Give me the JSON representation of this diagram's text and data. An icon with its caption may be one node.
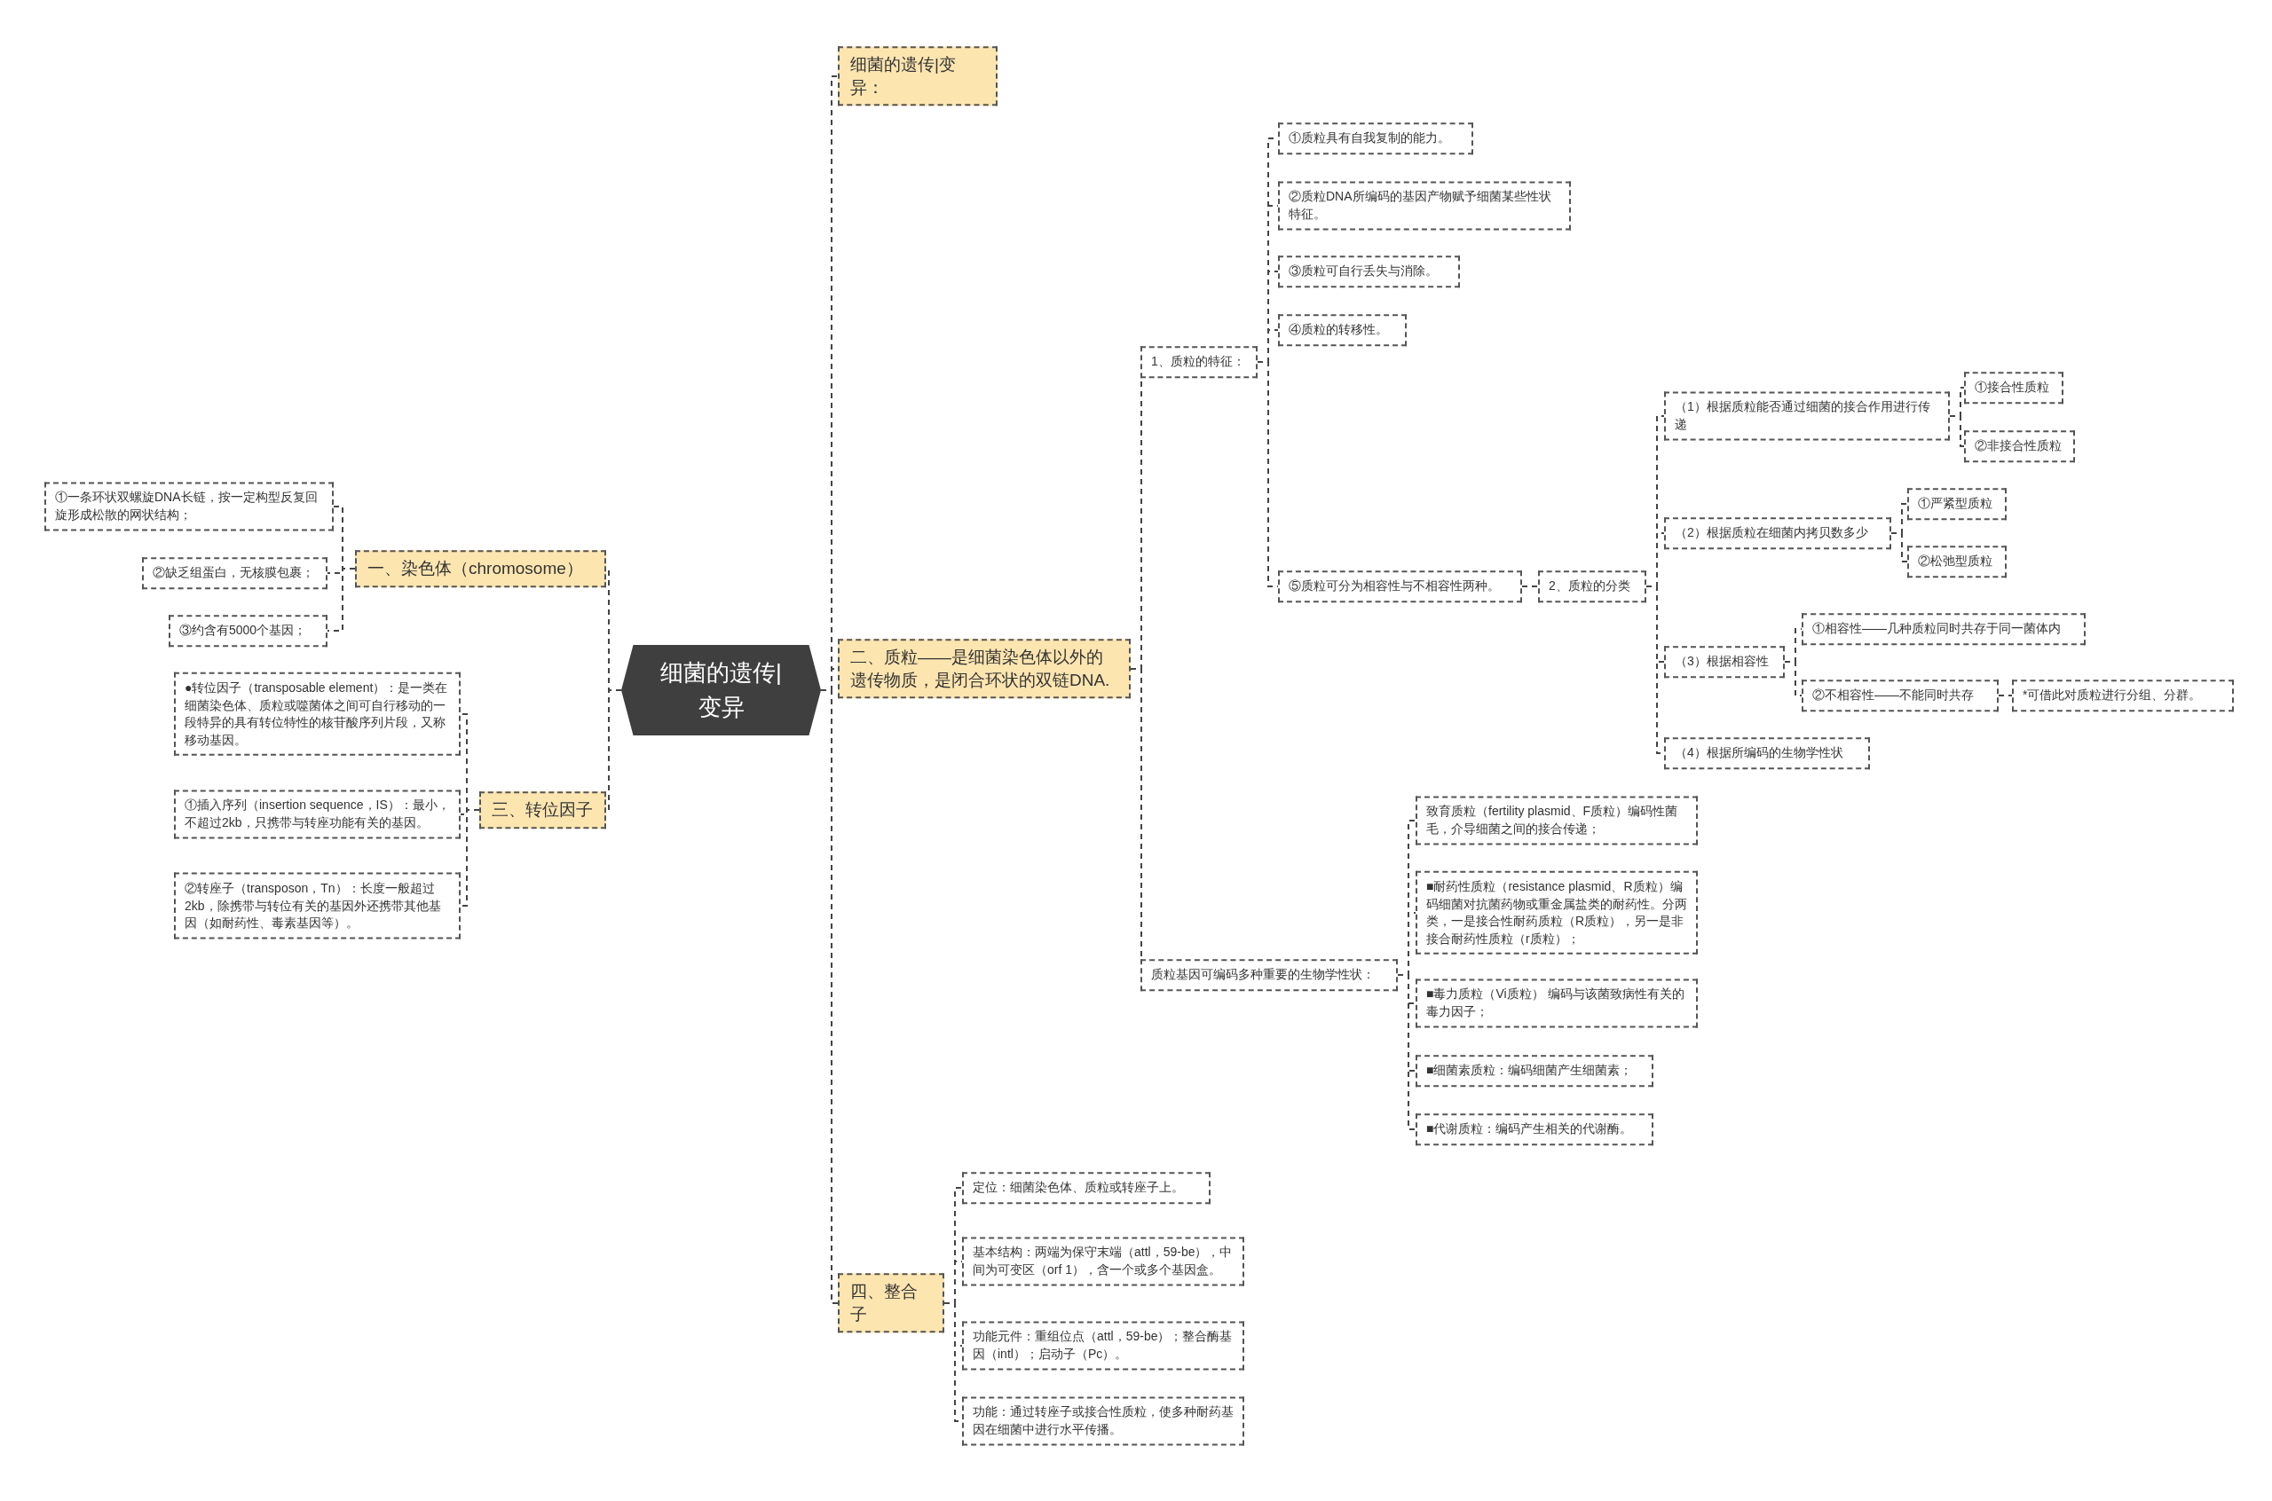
{
  "diagram": {
    "nodes": [
      {
        "text": [
          "细菌的遗传|变异"
        ]
      },
      {
        "text": [
          "细菌的遗传|变异："
        ]
      },
      {
        "text": [
          "二、质粒——是细菌染色体以外的遗传物质，是闭合环状的双链DNA."
        ]
      },
      {
        "text": [
          "1、质粒的特征："
        ]
      },
      {
        "text": [
          "①质粒具有自我复制的能力。"
        ]
      },
      {
        "text": [
          "②质粒DNA所编码的基因产物赋予细菌某些性状特征。"
        ]
      },
      {
        "text": [
          "③质粒可自行丢失与消除。"
        ]
      },
      {
        "text": [
          "④质粒的转移性。"
        ]
      },
      {
        "text": [
          "⑤质粒可分为相容性与不相容性两种。"
        ]
      },
      {
        "text": [
          "2、质粒的分类"
        ]
      },
      {
        "text": [
          "（1）根据质粒能否通过细菌的接合作用进行传递"
        ]
      },
      {
        "text": [
          "①接合性质粒"
        ]
      },
      {
        "text": [
          "②非接合性质粒"
        ]
      },
      {
        "text": [
          "（2）根据质粒在细菌内拷贝数多少"
        ]
      },
      {
        "text": [
          "①严紧型质粒"
        ]
      },
      {
        "text": [
          "②松弛型质粒"
        ]
      },
      {
        "text": [
          "（3）根据相容性"
        ]
      },
      {
        "text": [
          "①相容性——几种质粒同时共存于同一菌体内"
        ]
      },
      {
        "text": [
          "②不相容性——不能同时共存"
        ]
      },
      {
        "text": [
          "*可借此对质粒进行分组、分群。"
        ]
      },
      {
        "text": [
          "（4）根据所编码的生物学性状"
        ]
      },
      {
        "text": [
          "质粒基因可编码多种重要的生物学性状："
        ]
      },
      {
        "text": [
          "致育质粒（fertility plasmid、F质粒）编码性菌毛，介导细菌之间的接合传递；"
        ]
      },
      {
        "text": [
          "■耐药性质粒（resistance plasmid、R质粒）编码细菌对抗菌药物或重金属盐类的耐药性。分两类，一是接合性耐药质粒（R质粒），另一是非接合耐药性质粒（r质粒）；"
        ]
      },
      {
        "text": [
          "■毒力质粒（Vi质粒） 编码与该菌致病性有关的毒力因子；"
        ]
      },
      {
        "text": [
          "■细菌素质粒：编码细菌产生细菌素；"
        ]
      },
      {
        "text": [
          "■代谢质粒：编码产生相关的代谢酶。"
        ]
      },
      {
        "text": [
          "四、整合子"
        ]
      },
      {
        "text": [
          "定位：细菌染色体、质粒或转座子上。"
        ]
      },
      {
        "text": [
          "基本结构：两端为保守末端（attl，59-be），中间为可变区（orf 1），含一个或多个基因盒。"
        ]
      },
      {
        "text": [
          "功能元件：重组位点（attl，59-be）；整合酶基因（intl）；启动子（Pc）。"
        ]
      },
      {
        "text": [
          "功能：通过转座子或接合性质粒，使多种耐药基因在细菌中进行水平传播。"
        ]
      },
      {
        "text": [
          "一、染色体（chromosome）"
        ]
      },
      {
        "text": [
          "①一条环状双螺旋DNA长链，按一定构型反复回旋形成松散的网状结构；"
        ]
      },
      {
        "text": [
          "②缺乏组蛋白，无核膜包裹；"
        ]
      },
      {
        "text": [
          "③约含有5000个基因；"
        ]
      },
      {
        "text": [
          "三、转位因子"
        ]
      },
      {
        "text": [
          "●转位因子（transposable element）：是一类在细菌染色体、质粒或噬菌体之间可自行移动的一段特异的具有转位特性的核苷酸序列片段，又称移动基因。"
        ]
      },
      {
        "text": [
          "①插入序列（insertion sequence，IS）：最小，不超过2kb，只携带与转座功能有关的基因。"
        ]
      },
      {
        "text": [
          "②转座子（transposon，Tn）：长度一般超过2kb，除携带与转位有关的基因外还携带其他基因（如耐药性、毒素基因等）。"
        ]
      }
    ],
    "edges": [
      {
        "from": 0,
        "to": 1,
        "arrow": "none"
      },
      {
        "from": 0,
        "to": 2,
        "arrow": "none"
      },
      {
        "from": 0,
        "to": 27,
        "arrow": "none"
      },
      {
        "from": 0,
        "to": 32,
        "arrow": "none"
      },
      {
        "from": 0,
        "to": 36,
        "arrow": "none"
      },
      {
        "from": 2,
        "to": 3,
        "arrow": "none"
      },
      {
        "from": 2,
        "to": 21,
        "arrow": "none"
      },
      {
        "from": 3,
        "to": 4,
        "arrow": "none"
      },
      {
        "from": 3,
        "to": 5,
        "arrow": "none"
      },
      {
        "from": 3,
        "to": 6,
        "arrow": "none"
      },
      {
        "from": 3,
        "to": 7,
        "arrow": "none"
      },
      {
        "from": 3,
        "to": 8,
        "arrow": "none"
      },
      {
        "from": 8,
        "to": 9,
        "arrow": "none"
      },
      {
        "from": 9,
        "to": 10,
        "arrow": "none"
      },
      {
        "from": 9,
        "to": 13,
        "arrow": "none"
      },
      {
        "from": 9,
        "to": 16,
        "arrow": "none"
      },
      {
        "from": 9,
        "to": 20,
        "arrow": "none"
      },
      {
        "from": 10,
        "to": 11,
        "arrow": "none"
      },
      {
        "from": 10,
        "to": 12,
        "arrow": "none"
      },
      {
        "from": 13,
        "to": 14,
        "arrow": "none"
      },
      {
        "from": 13,
        "to": 15,
        "arrow": "none"
      },
      {
        "from": 16,
        "to": 17,
        "arrow": "none"
      },
      {
        "from": 16,
        "to": 18,
        "arrow": "none"
      },
      {
        "from": 18,
        "to": 19,
        "arrow": "none"
      },
      {
        "from": 21,
        "to": 22,
        "arrow": "none"
      },
      {
        "from": 21,
        "to": 23,
        "arrow": "none"
      },
      {
        "from": 21,
        "to": 24,
        "arrow": "none"
      },
      {
        "from": 21,
        "to": 25,
        "arrow": "none"
      },
      {
        "from": 21,
        "to": 26,
        "arrow": "none"
      },
      {
        "from": 27,
        "to": 28,
        "arrow": "none"
      },
      {
        "from": 27,
        "to": 29,
        "arrow": "none"
      },
      {
        "from": 27,
        "to": 30,
        "arrow": "none"
      },
      {
        "from": 27,
        "to": 31,
        "arrow": "none"
      },
      {
        "from": 32,
        "to": 33,
        "arrow": "none"
      },
      {
        "from": 32,
        "to": 34,
        "arrow": "none"
      },
      {
        "from": 32,
        "to": 35,
        "arrow": "none"
      },
      {
        "from": 36,
        "to": 37,
        "arrow": "none"
      },
      {
        "from": 36,
        "to": 38,
        "arrow": "none"
      },
      {
        "from": 36,
        "to": 39,
        "arrow": "none"
      }
    ]
  }
}
